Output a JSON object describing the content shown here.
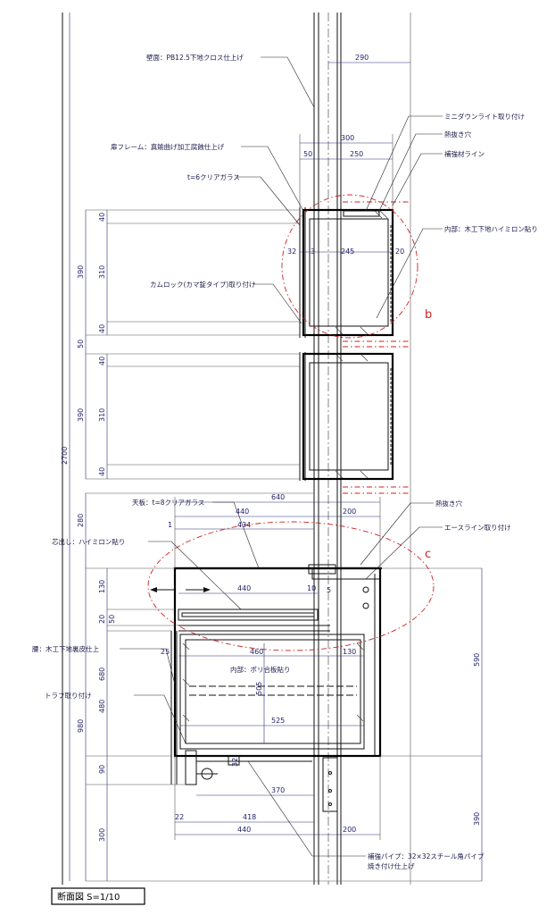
{
  "title_block": {
    "text": "断面図 S=1/10"
  },
  "callouts": {
    "b": "b",
    "c": "c"
  },
  "notes": {
    "wall_face": "壁面：PB12.5下地クロス仕上げ",
    "door_frame": "扉フレーム：真鍮曲げ加工腐蝕仕上げ",
    "clear_glass_6": "t=6クリアガラス",
    "cam_lock": "カムロック(カマ錠タイプ)取り付け",
    "mini_downlight": "ミニダウンライト取り付け",
    "vent_hole_top": "熱抜き穴",
    "reinforce_line": "補強材ライン",
    "interior_top": "内部：木工下地ハイミロン貼り",
    "top_plate": "天板：t=8クリアガラス",
    "vent_hole_mid": "熱抜き穴",
    "ace_line": "エースライン取り付け",
    "core_hymilon": "芯出し：ハイミロン貼り",
    "waist": "腰：木工下地裏皮仕上",
    "truss": "トラフ取り付け",
    "interior_box": "内部：ポリ合板貼り",
    "reinforce_pipe_1": "補強パイプ：32×32スチール角パイプ",
    "reinforce_pipe_2": "焼き付け仕上げ"
  },
  "dims": {
    "d290": "290",
    "d300": "300",
    "d50": "50",
    "d250": "250",
    "d32": "32",
    "d3": "3",
    "d245": "245",
    "d20": "20",
    "v40a": "40",
    "v310a": "310",
    "v390a": "390",
    "v40b": "40",
    "v50": "50",
    "v40c": "40",
    "v310b": "310",
    "v390b": "390",
    "v40d": "40",
    "v2700": "2700",
    "v280": "280",
    "d640": "640",
    "d440a": "440",
    "d200a": "200",
    "d1": "1",
    "d434": "434",
    "d440b": "440",
    "d10": "10",
    "d5": "5",
    "v130": "130",
    "v20": "20",
    "v50b": "50",
    "d25": "25",
    "d460": "460",
    "d130": "130",
    "v680": "680",
    "v480": "480",
    "v980": "980",
    "v90": "90",
    "v300": "300",
    "v590": "590",
    "v390c": "390",
    "v505": "505",
    "d525": "525",
    "d32b": "32",
    "d370": "370",
    "d22": "22",
    "d418": "418",
    "d440c": "440",
    "d200b": "200"
  }
}
